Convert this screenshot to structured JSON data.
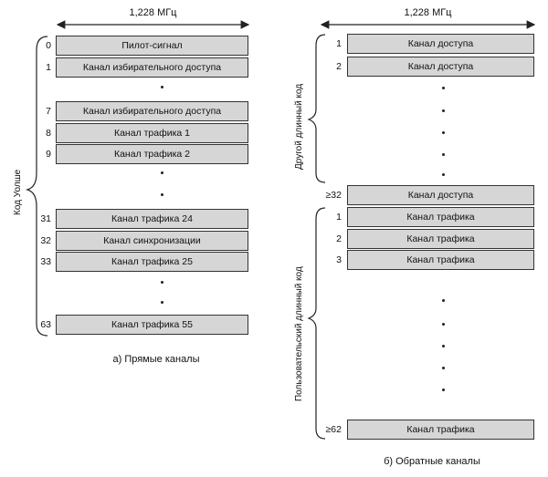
{
  "forward": {
    "bandwidth": "1,228 МГц",
    "group_label": "Код Уолше",
    "caption": "а) Прямые каналы",
    "channels": [
      {
        "index": "0",
        "label": "Пилот-сигнал"
      },
      {
        "index": "1",
        "label": "Канал избирательного доступа"
      },
      {
        "index": "7",
        "label": "Канал избирательного доступа"
      },
      {
        "index": "8",
        "label": "Канал трафика 1"
      },
      {
        "index": "9",
        "label": "Канал трафика 2"
      },
      {
        "index": "31",
        "label": "Канал трафика 24"
      },
      {
        "index": "32",
        "label": "Канал синхронизации"
      },
      {
        "index": "33",
        "label": "Канал трафика 25"
      },
      {
        "index": "63",
        "label": "Канал трафика 55"
      }
    ]
  },
  "reverse": {
    "bandwidth": "1,228 МГц",
    "group_label_top": "Другой длинный код",
    "group_label_bottom": "Пользовательский длинный код",
    "caption": "б) Обратные каналы",
    "channels": [
      {
        "index": "1",
        "label": "Канал доступа"
      },
      {
        "index": "2",
        "label": "Канал доступа"
      },
      {
        "index": "≥32",
        "label": "Канал доступа"
      },
      {
        "index": "1",
        "label": "Канал трафика"
      },
      {
        "index": "2",
        "label": "Канал трафика"
      },
      {
        "index": "3",
        "label": "Канал трафика"
      },
      {
        "index": "≥62",
        "label": "Канал трафика"
      }
    ]
  }
}
